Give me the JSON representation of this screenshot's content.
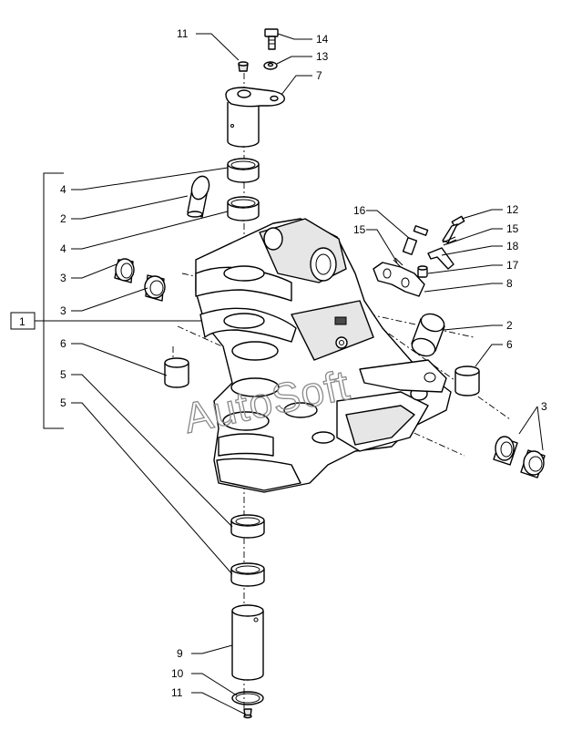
{
  "callouts": {
    "c11_top": "11",
    "c14": "14",
    "c13": "13",
    "c7": "7",
    "c4_a": "4",
    "c2_a": "2",
    "c4_b": "4",
    "c3_a": "3",
    "c3_b": "3",
    "c1": "1",
    "c6_a": "6",
    "c5_a": "5",
    "c5_b": "5",
    "c16": "16",
    "c12": "12",
    "c15_a": "15",
    "c15_b": "15",
    "c18": "18",
    "c17": "17",
    "c8": "8",
    "c2_b": "2",
    "c6_b": "6",
    "c3_c": "3",
    "c9": "9",
    "c10": "10",
    "c11_bot": "11"
  },
  "watermark": "AutoSoft"
}
